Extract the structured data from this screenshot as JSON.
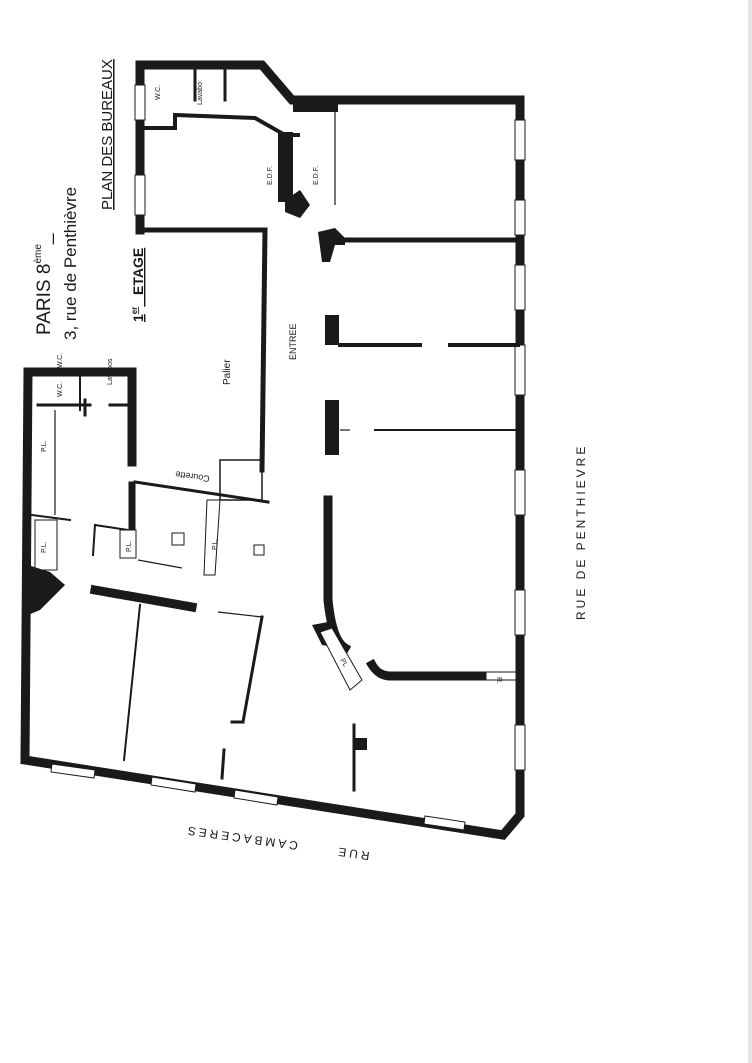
{
  "title": {
    "city": "PARIS  8",
    "arrondissement_suffix": "ème",
    "underscore": "_",
    "address": "3, rue de Penthièvre",
    "plan": "PLAN DES BUREAUX",
    "floor_number": "1",
    "floor_suffix": "er",
    "floor_label": "_ ETAGE"
  },
  "rooms": {
    "wc_top": "W.C.",
    "lavabo_top": "Lavabo",
    "edf_1": "E.D.F.",
    "edf_2": "E.D.F.",
    "entree": "ENTREE",
    "palier": "Palier",
    "courette": "Courette",
    "wc_left_1": "W.C.",
    "wc_left_2": "W.C.",
    "lavabos_left": "Lavabos",
    "pl_1": "P.L.",
    "pl_2": "P.L.",
    "pl_3": "P.L.",
    "pl_4": "P.L.",
    "pl_5": "PL",
    "r": "R."
  },
  "streets": {
    "penthievre": "RUE   DE   PENTHIEVRE",
    "cambaceres": "RUE      CAMBACERES"
  },
  "colors": {
    "walls": "#1a1a1a",
    "paper": "#ffffff"
  }
}
